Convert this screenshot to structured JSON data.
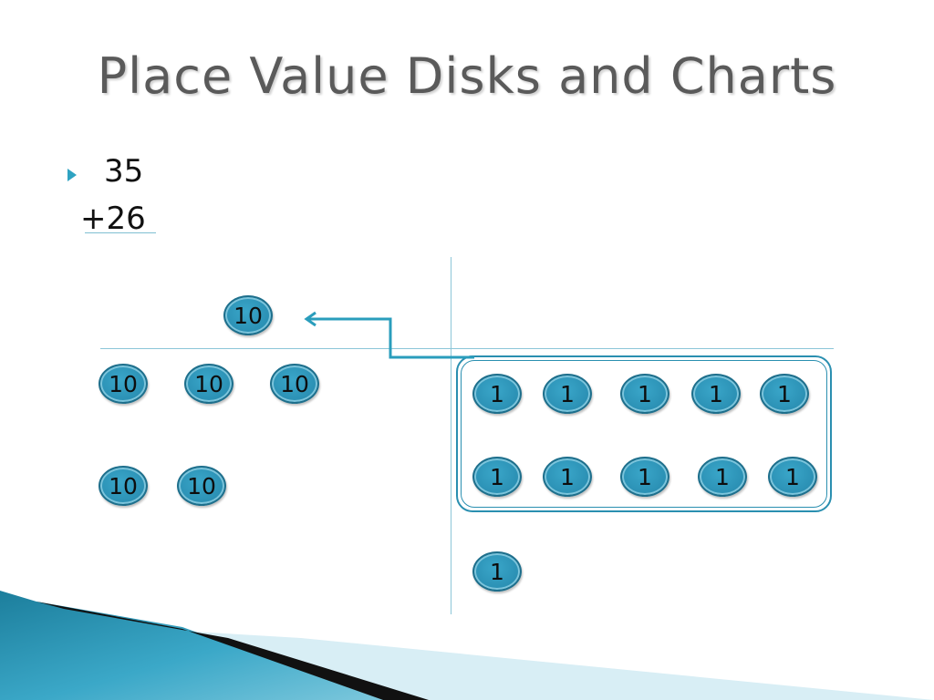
{
  "title": "Place Value Disks and Charts",
  "problem": {
    "top_number": "35",
    "bottom_number": "+26"
  },
  "tens_column": {
    "regrouped_disk": "10",
    "disks": [
      "10",
      "10",
      "10",
      "10",
      "10"
    ]
  },
  "ones_column": {
    "grouped_disks": [
      "1",
      "1",
      "1",
      "1",
      "1",
      "1",
      "1",
      "1",
      "1",
      "1"
    ],
    "remaining_disks": [
      "1"
    ]
  },
  "colors": {
    "disk_fill": "#2a8fb3",
    "accent": "#2fa3c2",
    "title_text": "#5a5a5a"
  }
}
